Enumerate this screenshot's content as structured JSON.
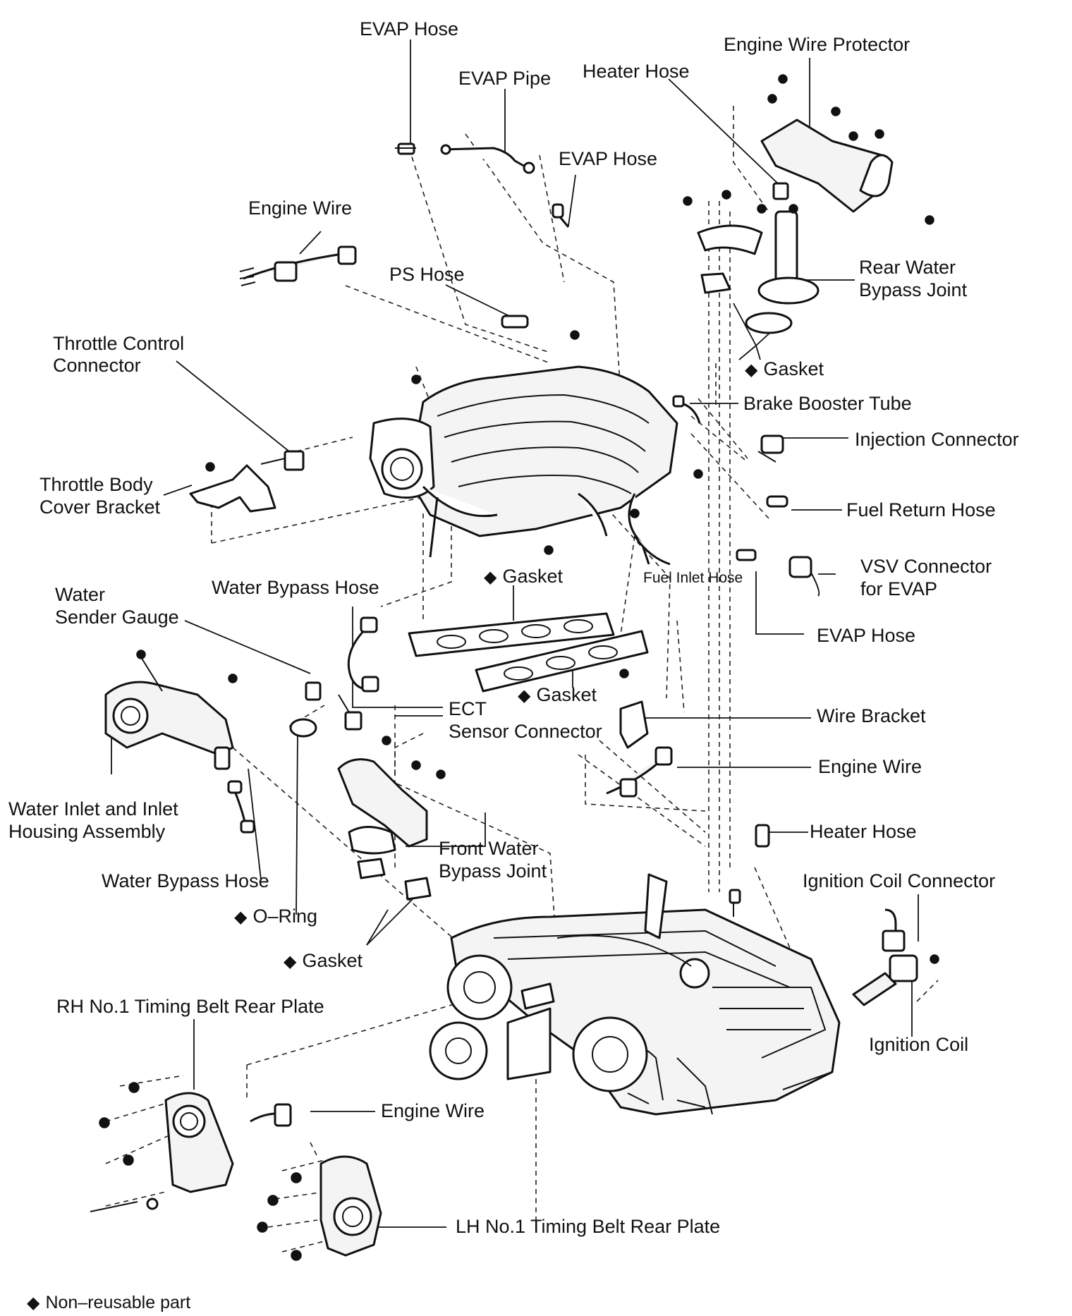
{
  "labels": {
    "evap_hose_top": "EVAP Hose",
    "evap_pipe": "EVAP Pipe",
    "heater_hose_top": "Heater Hose",
    "engine_wire_protector": "Engine Wire Protector",
    "evap_hose_mid": "EVAP Hose",
    "engine_wire_top": "Engine Wire",
    "ps_hose": "PS Hose",
    "rear_water_bypass_joint_1": "Rear Water",
    "rear_water_bypass_joint_2": "Bypass Joint",
    "gasket_rear": "Gasket",
    "throttle_control_connector_1": "Throttle Control",
    "throttle_control_connector_2": "Connector",
    "brake_booster_tube": "Brake Booster Tube",
    "injection_connector": "Injection  Connector",
    "throttle_body_cover_bracket_1": "Throttle Body",
    "throttle_body_cover_bracket_2": "Cover Bracket",
    "fuel_return_hose": "Fuel Return Hose",
    "gasket_intake_upper": "Gasket",
    "fuel_inlet_hose": "Fuel Inlet Hose",
    "vsv_connector_1": "VSV Connector",
    "vsv_connector_2": "for EVAP",
    "water_1": "Water",
    "water_bypass_hose_top": "Water Bypass Hose",
    "sender_gauge": "Sender Gauge",
    "evap_hose_right": "EVAP Hose",
    "gasket_intake_lower": "Gasket",
    "ect_1": "ECT",
    "ect_2": "Sensor Connector",
    "wire_bracket": "Wire Bracket",
    "engine_wire_right": "Engine Wire",
    "water_inlet_1": "Water Inlet and Inlet",
    "water_inlet_2": "Housing Assembly",
    "heater_hose_right": "Heater Hose",
    "front_water_bypass_1": "Front Water",
    "front_water_bypass_2": "Bypass Joint",
    "ignition_coil_connector": "Ignition Coil Connector",
    "water_bypass_hose_left": "Water Bypass Hose",
    "o_ring": "O–Ring",
    "gasket_front": "Gasket",
    "rh_plate": "RH No.1 Timing Belt Rear Plate",
    "ignition_coil": "Ignition Coil",
    "engine_wire_bottom": "Engine Wire",
    "lh_plate": "LH No.1 Timing Belt Rear Plate"
  },
  "legend": {
    "symbol": "◆",
    "text": "Non–reusable part"
  }
}
